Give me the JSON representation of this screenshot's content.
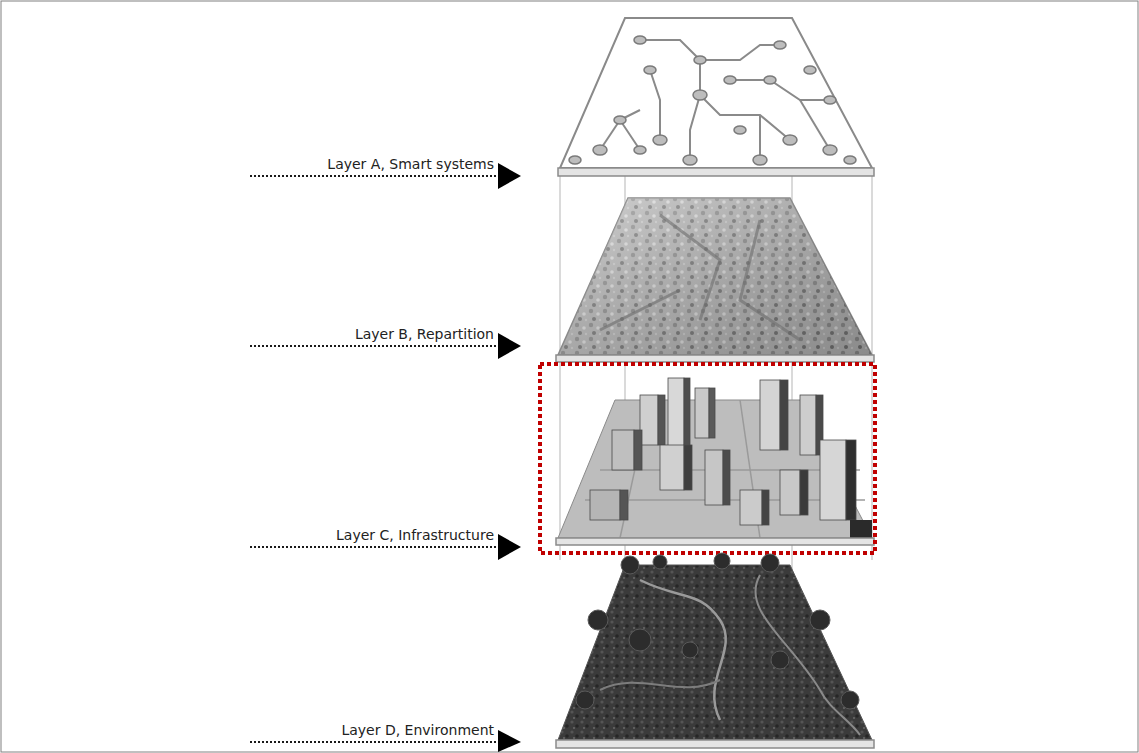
{
  "diagram": {
    "labels": [
      "Layer A, Smart systems",
      "Layer B, Repartition",
      "Layer C, Infrastructure",
      "Layer D, Environment"
    ]
  }
}
